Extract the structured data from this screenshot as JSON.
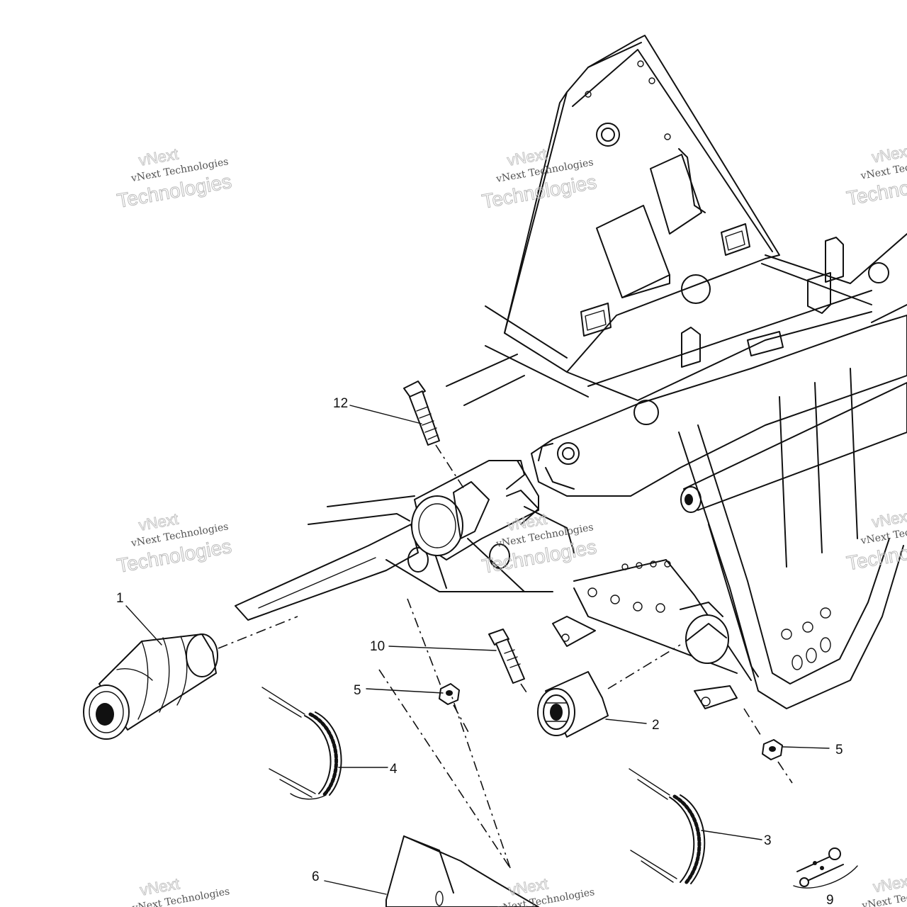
{
  "diagram": {
    "callouts": [
      {
        "id": "c1",
        "label": "1"
      },
      {
        "id": "c2",
        "label": "2"
      },
      {
        "id": "c3",
        "label": "3"
      },
      {
        "id": "c4",
        "label": "4"
      },
      {
        "id": "c5a",
        "label": "5"
      },
      {
        "id": "c5b",
        "label": "5"
      },
      {
        "id": "c6",
        "label": "6"
      },
      {
        "id": "c9",
        "label": "9"
      },
      {
        "id": "c10",
        "label": "10"
      },
      {
        "id": "c12",
        "label": "12"
      }
    ]
  },
  "watermark": {
    "company": "vNext Technologies",
    "brand_top": "vNext",
    "brand_bottom": "Technologies"
  }
}
